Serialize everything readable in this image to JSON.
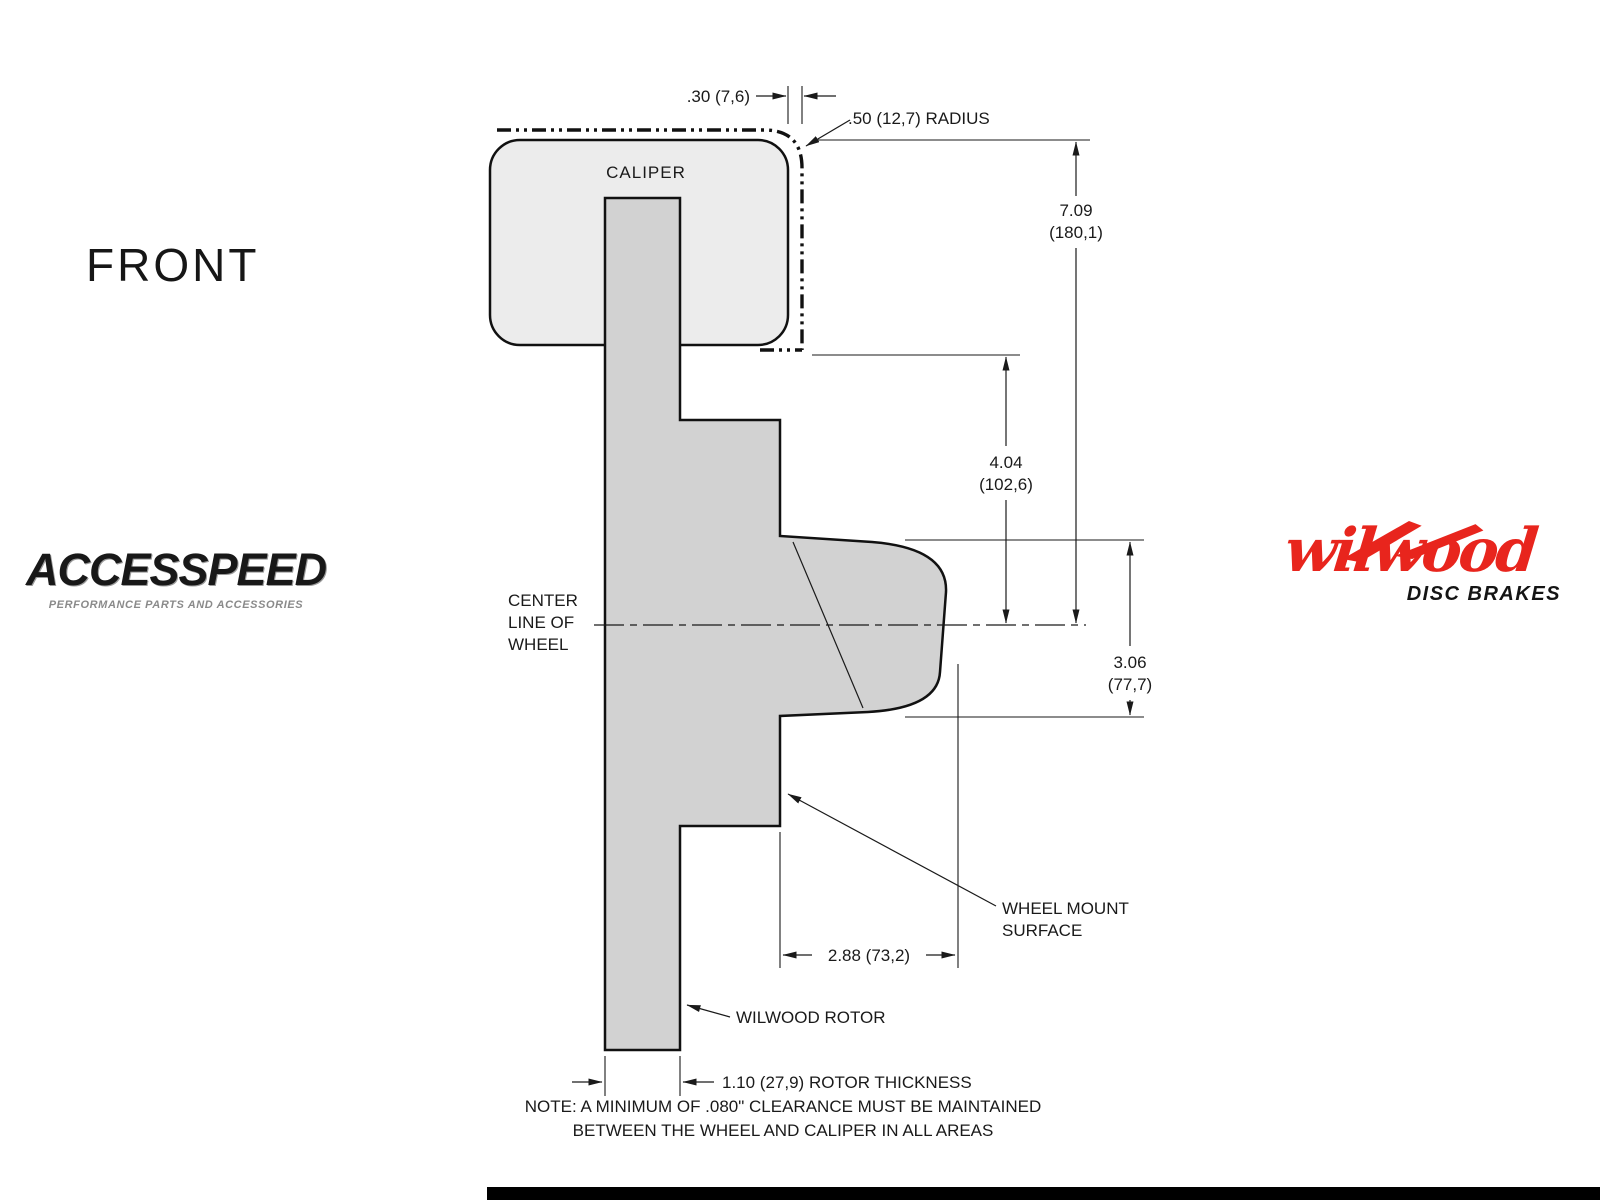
{
  "page": {
    "view_label": "FRONT",
    "note": [
      "NOTE: A MINIMUM OF .080\" CLEARANCE MUST BE MAINTAINED",
      "BETWEEN THE WHEEL AND CALIPER IN ALL AREAS"
    ]
  },
  "logos": {
    "accesspeed": {
      "name": "ACCESSPEED",
      "tagline": "PERFORMANCE PARTS AND ACCESSORIES"
    },
    "wilwood": {
      "name": "wilwood",
      "subtitle": "DISC BRAKES"
    }
  },
  "colors": {
    "accent_red": "#e8251d",
    "caliper_fill": "#ececec",
    "rotor_fill": "#d2d2d2",
    "line": "#1a1a1a"
  },
  "diagram": {
    "labels": {
      "caliper": "CALIPER",
      "center_line": [
        "CENTER",
        "LINE OF",
        "WHEEL"
      ],
      "wheel_mount_surface": [
        "WHEEL MOUNT",
        "SURFACE"
      ],
      "wilwood_rotor": "WILWOOD ROTOR"
    },
    "dimensions": {
      "top_gap": ".30 (7,6)",
      "corner_radius": ".50 (12,7) RADIUS",
      "overall_height": [
        "7.09",
        "(180,1)"
      ],
      "caliper_to_center": [
        "4.04",
        "(102,6)"
      ],
      "hub_height": [
        "3.06",
        "(77,7)"
      ],
      "mount_offset": "2.88 (73,2)",
      "rotor_thickness": "1.10 (27,9) ROTOR THICKNESS"
    }
  }
}
